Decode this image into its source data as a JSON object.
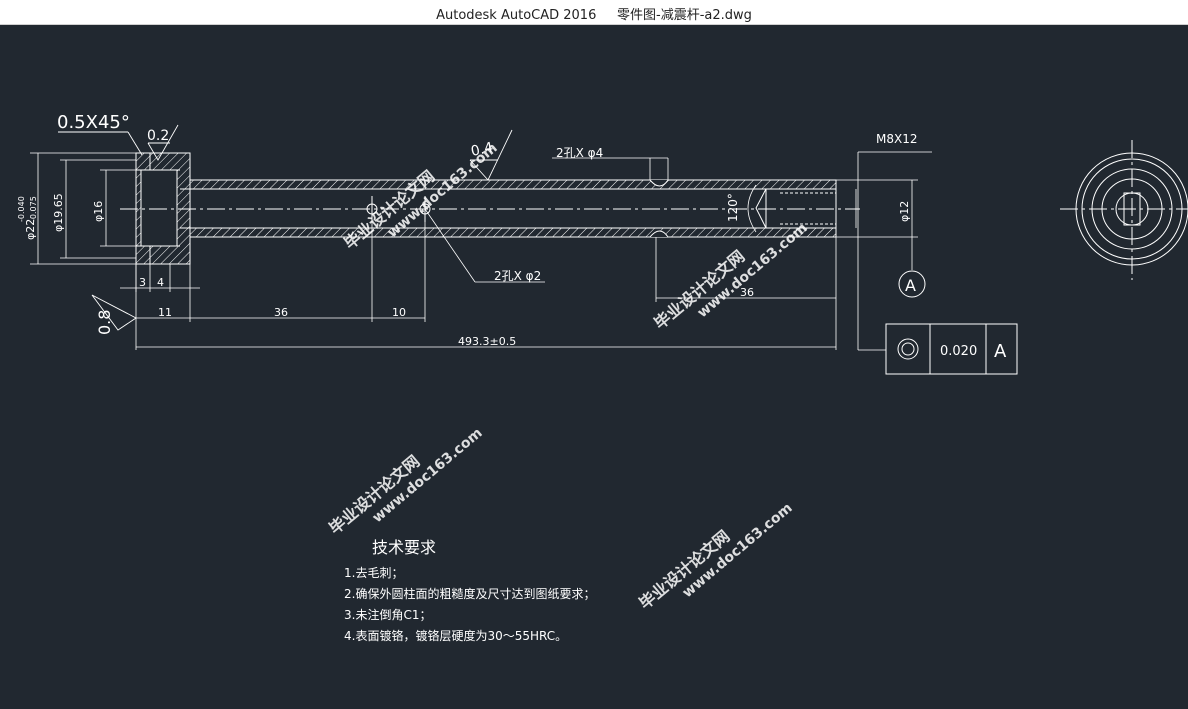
{
  "window": {
    "title_parts": [
      "Autodesk AutoCAD 2016",
      "零件图-减震杆-a2.dwg"
    ]
  },
  "drawing": {
    "annotations": {
      "chamfer": "0.5X45°",
      "roughness_top": "0.2",
      "roughness_shaft": "0.4",
      "roughness_left": "0.8",
      "holes_4": "2孔X φ4",
      "holes_2": "2孔X φ2",
      "thread": "M8X12",
      "angle": "120°",
      "datum": "A"
    },
    "dimensions": {
      "dia_22": "φ22",
      "dia_22_tol_upper": "-0.040",
      "dia_22_tol_lower": "-0.075",
      "dia_1965": "φ19.65",
      "dia_16": "φ16",
      "dia_12": "φ12",
      "d3": "3",
      "d4": "4",
      "d11": "11",
      "d36a": "36",
      "d10": "10",
      "d36b": "36",
      "total": "493.3±0.5"
    },
    "tolerance_frame": {
      "symbol": "concentricity-icon",
      "value": "0.020",
      "datum": "A"
    },
    "tech_requirements": {
      "title": "技术要求",
      "items": [
        "1.去毛刺；",
        "2.确保外圆柱面的粗糙度及尺寸达到图纸要求；",
        "3.未注倒角C1；",
        "4.表面镀铬，镀铬层硬度为30～55HRC。"
      ]
    },
    "watermark": {
      "cn": "毕业设计论文网",
      "url": "www.doc163.com"
    }
  },
  "colors": {
    "background": "#212830",
    "line": "#ffffff",
    "watermark": "#d23a3a"
  }
}
